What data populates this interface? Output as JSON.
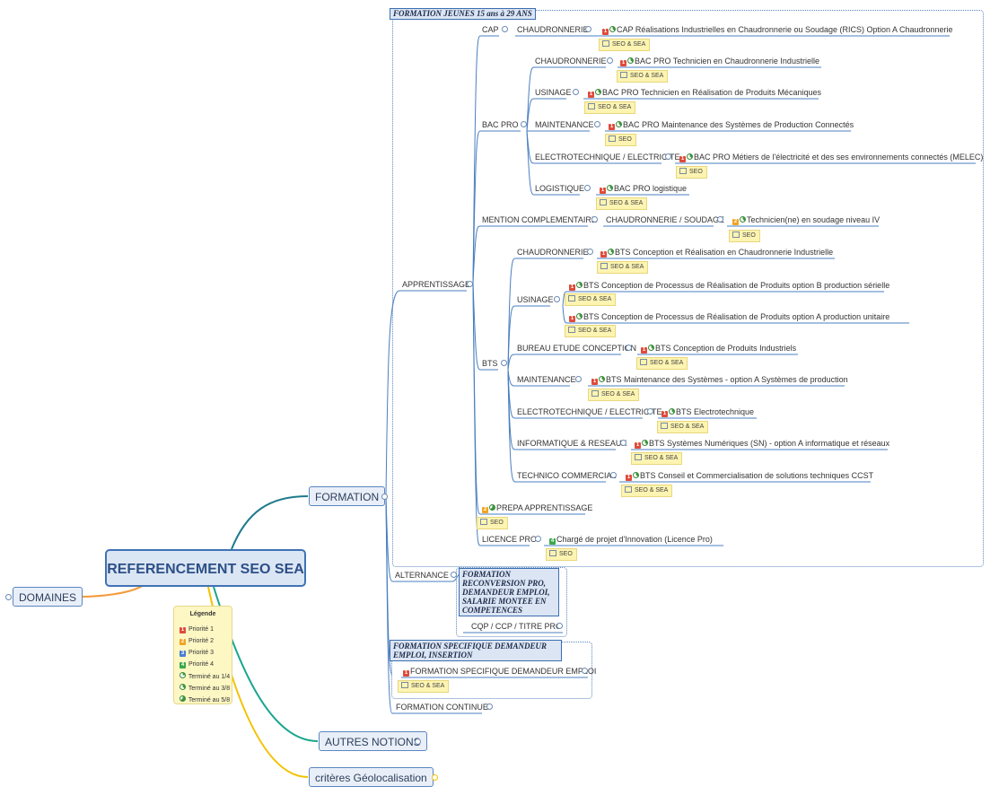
{
  "root": {
    "label": "REFERENCEMENT SEO SEA"
  },
  "main_topics": {
    "domaines": "DOMAINES",
    "formation": "FORMATION",
    "autres_notions": "AUTRES NOTIONS",
    "geoloc": "critères Géolocalisation"
  },
  "frames": {
    "jeunes": "FORMATION JEUNES 15 ans à 29 ANS",
    "reconversion": "FORMATION RECONVERSION PRO, DEMANDEUR EMPLOI, SALARIE MONTEE EN COMPETENCES",
    "specifique": "FORMATION SPECIFIQUE DEMANDEUR EMPLOI, INSERTION"
  },
  "labels": {
    "apprentissage": "APPRENTISSAGE",
    "cap": "CAP",
    "cap_chaud": "CHAUDRONNERIE",
    "cap_chaud_leaf": "CAP Réalisations Industrielles en Chaudronnerie ou Soudage (RICS) Option A Chaudronnerie",
    "bac_pro": "BAC PRO",
    "bp_chaud": "CHAUDRONNERIE",
    "bp_chaud_leaf": "BAC PRO Technicien en Chaudronnerie Industrielle",
    "bp_usin": "USINAGE",
    "bp_usin_leaf": "BAC PRO Technicien en Réalisation de Produits Mécaniques",
    "bp_maint": "MAINTENANCE",
    "bp_maint_leaf": "BAC PRO Maintenance des Systèmes de Production Connectés",
    "bp_elec": "ELECTROTECHNIQUE / ELECTRICITE",
    "bp_elec_leaf": "BAC PRO Métiers de l'électricité et des ses environnements connectés (MELEC)",
    "bp_logi": "LOGISTIQUE",
    "bp_logi_leaf": "BAC PRO logistique",
    "mention": "MENTION COMPLEMENTAIRE",
    "mc_chaud": "CHAUDRONNERIE / SOUDAGE",
    "mc_leaf": "Technicien(ne) en soudage niveau IV",
    "bts": "BTS",
    "bts_chaud": "CHAUDRONNERIE",
    "bts_chaud_leaf": "BTS Conception et  Réalisation en Chaudronnerie Industrielle",
    "bts_usin": "USINAGE",
    "bts_usin_leaf1": "BTS Conception de Processus de Réalisation de Produits option B production sérielle",
    "bts_usin_leaf2": "BTS Conception de Processus de Réalisation de Produits option A production unitaire",
    "bts_bureau": "BUREAU ETUDE CONCEPTION",
    "bts_bureau_leaf": "BTS Conception de Produits Industriels",
    "bts_maint": "MAINTENANCE",
    "bts_maint_leaf": "BTS Maintenance des Systèmes - option A Systèmes de production",
    "bts_elec": "ELECTROTECHNIQUE / ELECTRICITE",
    "bts_elec_leaf": "BTS Electrotechnique",
    "bts_info": "INFORMATIQUE & RESEAUX",
    "bts_info_leaf": "BTS Systèmes Numériques (SN) - option A informatique et réseaux",
    "bts_tech": "TECHNICO COMMERCIAL",
    "bts_tech_leaf": "BTS  Conseil et Commercialisation de solutions techniques CCST",
    "prepa": "PREPA APPRENTISSAGE",
    "licence": "LICENCE PRO",
    "licence_leaf": "Chargé de projet d'Innovation (Licence Pro)",
    "alternance": "ALTERNANCE",
    "cqp": "CQP / CCP / TITRE PRO",
    "specifique_leaf": "FORMATION SPECIFIQUE DEMANDEUR EMPLOI",
    "continue": "FORMATION CONTINUE"
  },
  "notes": {
    "seo_sea": "SEO & SEA",
    "seo": "SEO"
  },
  "legend": {
    "title": "Légende",
    "items": [
      "Priorité 1",
      "Priorité 2",
      "Priorité 3",
      "Priorité 4",
      "Terminé au 1/4",
      "Terminé au 3/8",
      "Terminé au 5/8"
    ],
    "marker_numbers": [
      "1",
      "2",
      "3",
      "4"
    ]
  },
  "colors": {
    "priority_1": "#e04a3a",
    "priority_2": "#f0a422",
    "priority_3": "#4a7fd4",
    "priority_4": "#3aa84a",
    "branch_formation": "#1f7a8c",
    "branch_domaines": "#f39a3a",
    "branch_autres": "#18a58c",
    "branch_geoloc": "#f2c200",
    "node_line": "#4a7fc0"
  }
}
